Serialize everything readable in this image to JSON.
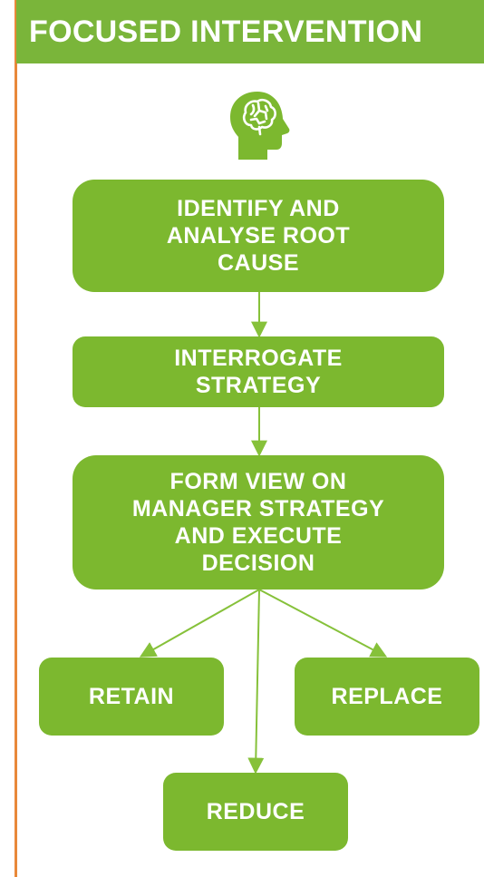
{
  "colors": {
    "green": "#7cb82f",
    "header_green": "#7ab53a",
    "arrow_green": "#86c13a",
    "left_bar_orange": "#e8883a"
  },
  "header": {
    "title": "FOCUSED INTERVENTION"
  },
  "icon": {
    "name": "brain-head-icon"
  },
  "steps": {
    "step1": "IDENTIFY AND\nANALYSE ROOT\nCAUSE",
    "step2": "INTERROGATE\nSTRATEGY",
    "step3": "FORM VIEW ON\nMANAGER STRATEGY\nAND EXECUTE\nDECISION"
  },
  "outcomes": {
    "retain": "RETAIN",
    "replace": "REPLACE",
    "reduce": "REDUCE"
  }
}
